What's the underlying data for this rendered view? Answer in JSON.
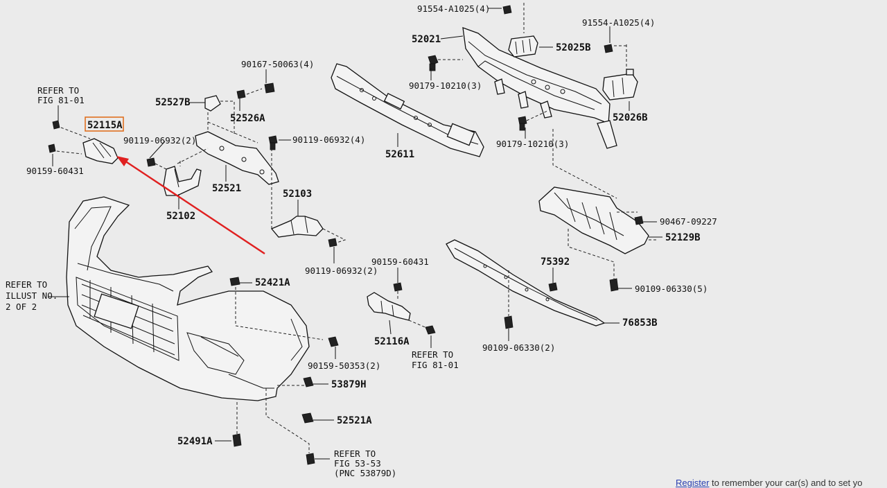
{
  "diagram": {
    "labels": {
      "p91554_top": "91554-A1025(4)",
      "p52021": "52021",
      "p52025b": "52025B",
      "p91554_right": "91554-A1025(4)",
      "p90167": "90167-50063(4)",
      "refer81_top_1": "REFER TO",
      "refer81_top_2": "FIG 81-01",
      "p52527b": "52527B",
      "p52526a": "52526A",
      "p52115a": "52115A",
      "p90119_a": "90119-06932(2)",
      "p90119_b": "90119-06932(4)",
      "p90179_a": "90179-10210(3)",
      "p52026b": "52026B",
      "p52611": "52611",
      "p90179_b": "90179-10210(3)",
      "p90159_60431_a": "90159-60431",
      "p52521": "52521",
      "p52102": "52102",
      "p52103": "52103",
      "p90467": "90467-09227",
      "p52129b": "52129B",
      "p90119_c": "90119-06932(2)",
      "p75392": "75392",
      "refer_illust_1": "REFER TO",
      "refer_illust_2": "ILLUST NO.",
      "refer_illust_3": "2 OF 2",
      "p52421a": "52421A",
      "p90159_60431_b": "90159-60431",
      "p90109_a": "90109-06330(5)",
      "p76853b": "76853B",
      "p52116a": "52116A",
      "p90109_b": "90109-06330(2)",
      "refer81_bot_1": "REFER TO",
      "refer81_bot_2": "FIG 81-01",
      "p90159_50353": "90159-50353(2)",
      "p53879h": "53879H",
      "p52521a": "52521A",
      "p52491a": "52491A",
      "refer53_1": "REFER TO",
      "refer53_2": "FIG 53-53",
      "refer53_3": "(PNC 53879D)"
    },
    "highlight_color": "#e07020",
    "arrow_color": "#e02020"
  },
  "footer": {
    "register_link": "Register",
    "register_text": " to remember your car(s) and to set yo"
  }
}
